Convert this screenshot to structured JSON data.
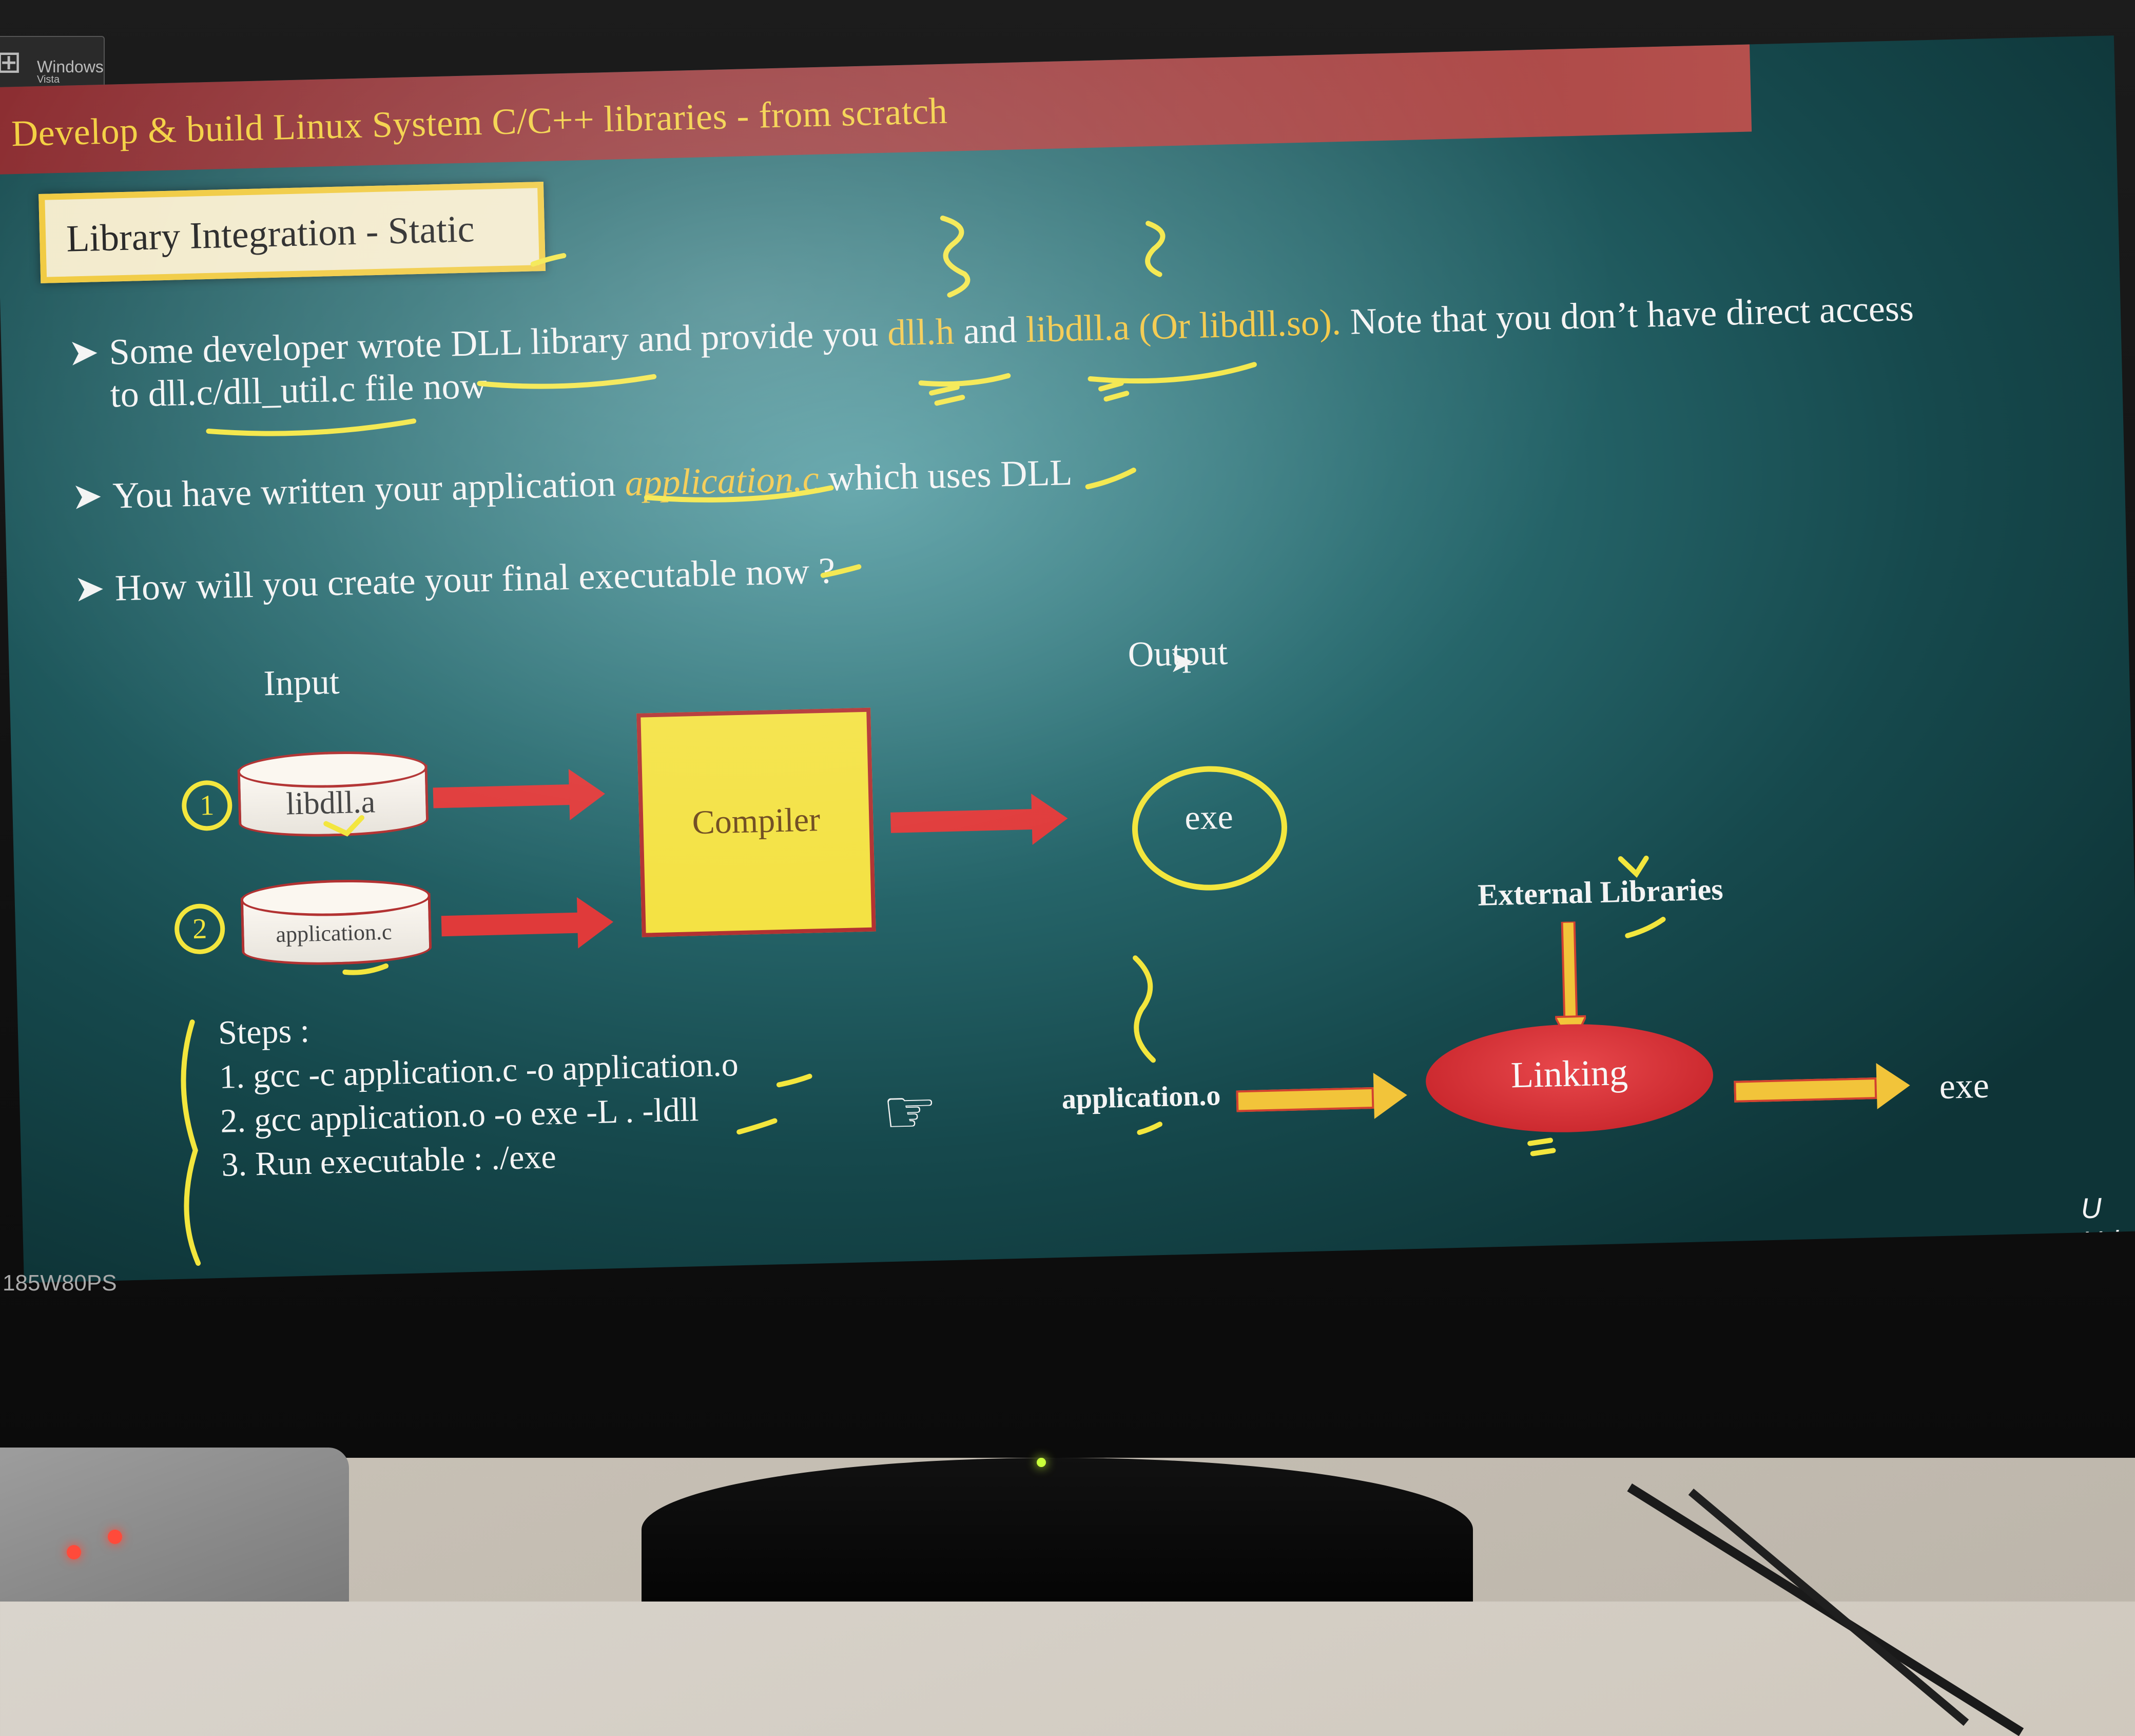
{
  "window_badge": {
    "line1": "Windows",
    "line2": "Vista"
  },
  "slide": {
    "course_title": "Develop & build Linux System C/C++ libraries - from scratch",
    "section_title": "Library Integration - Static",
    "bullets": [
      {
        "prefix": "Some developer wrote ",
        "dll_library": "DLL library",
        "middle": " and provide you ",
        "dll_h": "dll.h",
        "and": " and ",
        "libdll": "libdll.a (Or libdll.so).",
        "suffix": " Note that you don’t have direct access",
        "line2": "to dll.c/dll_util.c file now"
      },
      {
        "prefix": "You have written your application ",
        "app_c": "application.c",
        "suffix": " which uses DLL"
      },
      {
        "text": "How will you create your final executable now ?"
      }
    ],
    "diagram": {
      "input_label": "Input",
      "output_label": "Output",
      "input_1": "libdll.a",
      "input_2": "application.c",
      "num_1": "1",
      "num_2": "2",
      "compiler": "Compiler",
      "output_exe": "exe",
      "external_libraries": "External Libraries",
      "app_o": "application.o",
      "linking": "Linking",
      "final_exe": "exe"
    },
    "steps": {
      "heading": "Steps :",
      "items": [
        "1. gcc -c application.c -o application.o",
        "2. gcc application.o -o exe -L . -ldll",
        "3. Run executable : ./exe"
      ]
    },
    "udemy_mark": "U Ude",
    "pointing_hand_icon": "☞"
  },
  "monitor": {
    "model": "185W80PS"
  },
  "colors": {
    "title_bar": "#9a3a3c",
    "highlight": "#f3c63e",
    "annotation": "#f3e63d",
    "slide_bg": "#2b6e73"
  }
}
